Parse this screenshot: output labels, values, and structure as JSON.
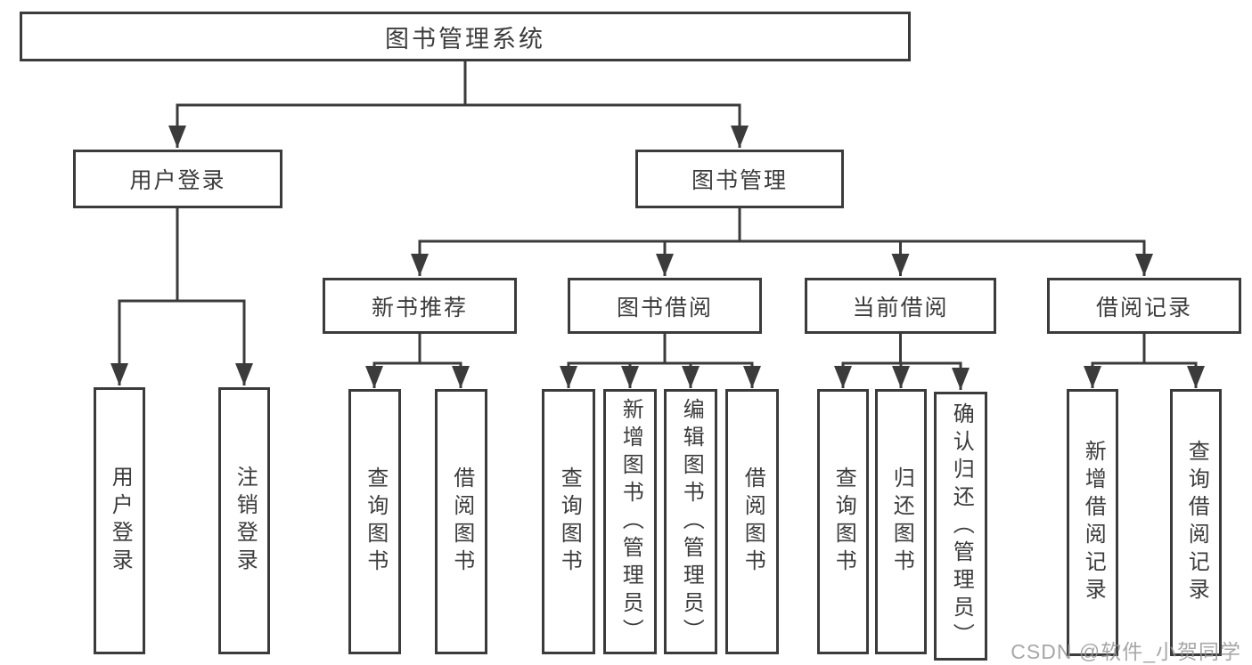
{
  "diagram": {
    "root": {
      "label": "图书管理系统"
    },
    "branches": [
      {
        "label": "用户登录",
        "children": [
          {
            "label": "用户登录"
          },
          {
            "label": "注销登录"
          }
        ]
      },
      {
        "label": "图书管理",
        "children": [
          {
            "label": "新书推荐",
            "children": [
              {
                "label": "查询图书"
              },
              {
                "label": "借阅图书"
              }
            ]
          },
          {
            "label": "图书借阅",
            "children": [
              {
                "label": "查询图书"
              },
              {
                "label": "新增图书（管理员）"
              },
              {
                "label": "编辑图书（管理员）"
              },
              {
                "label": "借阅图书"
              }
            ]
          },
          {
            "label": "当前借阅",
            "children": [
              {
                "label": "查询图书"
              },
              {
                "label": "归还图书"
              },
              {
                "label": "确认归还（管理员）"
              }
            ]
          },
          {
            "label": "借阅记录",
            "children": [
              {
                "label": "新增借阅记录"
              },
              {
                "label": "查询借阅记录"
              }
            ]
          }
        ]
      }
    ]
  },
  "watermark": {
    "text": "CSDN @软件_小贺同学"
  },
  "colors": {
    "line": "#3b3b3b",
    "text": "#3c3c3c",
    "box_background": "#ffffff",
    "page_background": "#ffffff",
    "watermark": "#949494"
  }
}
